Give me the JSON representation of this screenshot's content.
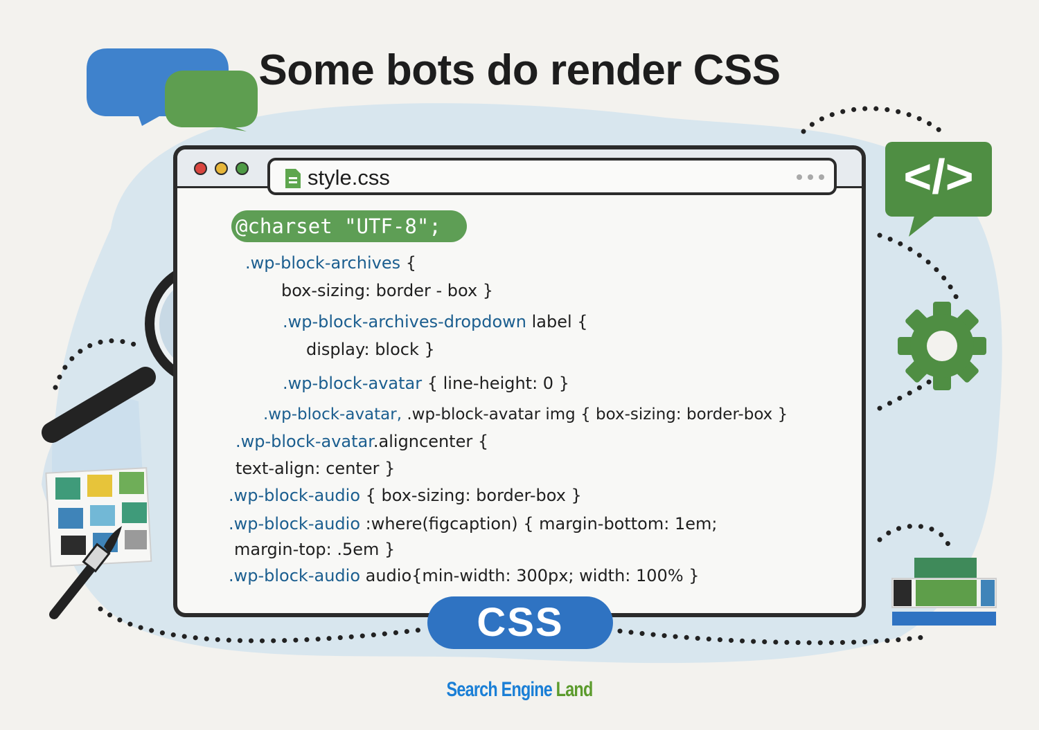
{
  "title": "Some bots do render CSS",
  "window": {
    "tab_label": "style.css",
    "dots": [
      "#d9453f",
      "#e7b63a",
      "#4e9a45"
    ]
  },
  "code": {
    "charset": "@charset  \"UTF-8\";",
    "lines": [
      {
        "sel": ".wp-block-archives",
        "rest": " {"
      },
      {
        "sel": "",
        "rest": "box-sizing: border - box }"
      },
      {
        "sel": ".wp-block-archives-dropdown",
        "rest": " label {"
      },
      {
        "sel": "",
        "rest": "display: block  }"
      },
      {
        "sel": ".wp-block-avatar",
        "rest": "  { line-height: 0 }"
      },
      {
        "sel": ".wp-block-avatar,",
        "rest": " .wp-block-avatar img { box-sizing: border-box }"
      },
      {
        "sel": ".wp-block-avatar",
        "rest": ".aligncenter {"
      },
      {
        "sel": "",
        "rest": "text-align: center  }"
      },
      {
        "sel": ".wp-block-audio",
        "rest": " { box-sizing: border-box }"
      },
      {
        "sel": ".wp-block-audio",
        "rest": "  :where(figcaption) {  margin-bottom: 1em;"
      },
      {
        "sel": "",
        "rest": "margin-top: .5em  }"
      },
      {
        "sel": ".wp-block-audio",
        "rest": " audio{min-width: 300px;  width: 100%  }"
      }
    ]
  },
  "badge": "CSS",
  "code_icon": "</>",
  "brand": {
    "part1": "Search",
    "part2": "Engine",
    "part3": "Land"
  },
  "icons": {
    "chat_bubbles": "speech-bubbles-icon",
    "magnifier": "magnifying-glass-icon",
    "gear": "gear-icon",
    "palette": "color-swatches-icon",
    "brush": "paintbrush-icon",
    "layout": "layout-blocks-icon",
    "code": "code-tag-icon"
  },
  "colors": {
    "blue": "#2f73c2",
    "green": "#4f8e43",
    "selector": "#1b5e8f"
  }
}
